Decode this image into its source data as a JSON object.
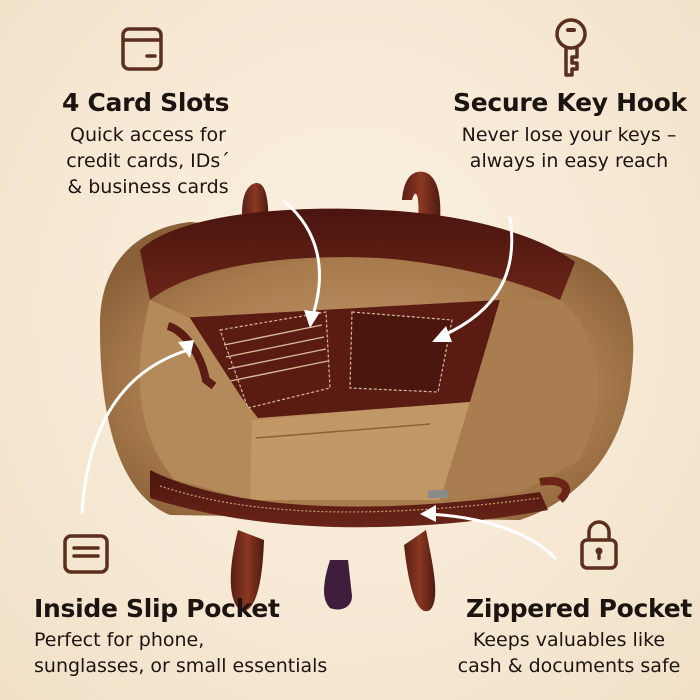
{
  "features": {
    "card_slots": {
      "title": "4 Card Slots",
      "lines": [
        "Quick access for",
        "credit cards, IDs´",
        "& business cards"
      ],
      "icon": "credit-card-icon"
    },
    "key_hook": {
      "title": "Secure Key Hook",
      "lines": [
        "Never lose your keys –",
        "always in easy reach"
      ],
      "icon": "key-icon"
    },
    "slip_pocket": {
      "title": "Inside Slip Pocket",
      "lines": [
        "Perfect for phone,",
        "sunglasses, or small essentials"
      ],
      "icon": "slip-pocket-icon"
    },
    "zippered_pocket": {
      "title": "Zippered Pocket",
      "lines": [
        "Keeps valuables like",
        "cash & documents safe"
      ],
      "icon": "padlock-icon"
    }
  },
  "colors": {
    "background": "#f6e8d3",
    "text": "#1c1410",
    "icon_brown": "#5a2f1e",
    "leather_dark": "#5b1f14",
    "leather_tan": "#b48656"
  }
}
